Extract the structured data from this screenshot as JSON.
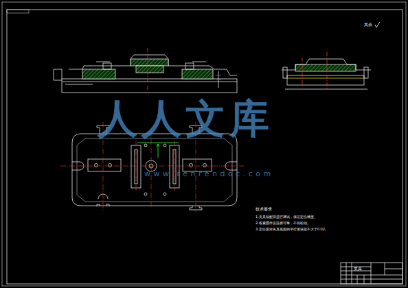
{
  "diagram": {
    "labels": [
      "其余",
      "人人文库",
      "www.renrendoc.com",
      "技术要求",
      "1.夹具装配后进行调试，保证定位精度。",
      "2.各紧固件应连接可靠，不得松动。",
      "3.定位面对夹具底面的平行度误差不大于0.02。",
      "夹具"
    ]
  }
}
